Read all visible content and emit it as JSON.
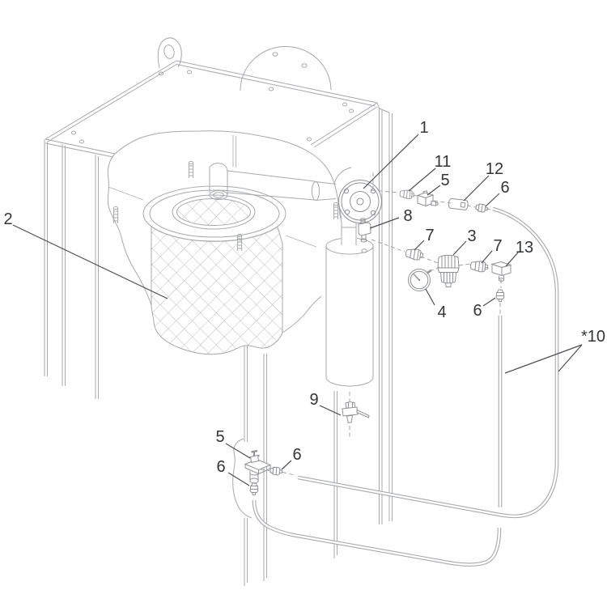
{
  "diagram": {
    "description": "Exploded parts diagram with numbered callouts",
    "callouts": {
      "c1": "1",
      "c2": "2",
      "c3": "3",
      "c4": "4",
      "c5_top": "5",
      "c5_bottom": "5",
      "c6_top": "6",
      "c6_mid": "6",
      "c6_bottom_right": "6",
      "c6_bottom_left": "6",
      "c7_left": "7",
      "c7_right": "7",
      "c8": "8",
      "c9": "9",
      "c10": "*10",
      "c11": "11",
      "c12": "12",
      "c13": "13"
    },
    "colors": {
      "background": "#ffffff",
      "machine_line": "#a6a9ad",
      "part_line": "#8f9296",
      "leader_line": "#4b4e52",
      "callout_text": "#323537",
      "hatch_line": "#b9bcc0"
    }
  }
}
